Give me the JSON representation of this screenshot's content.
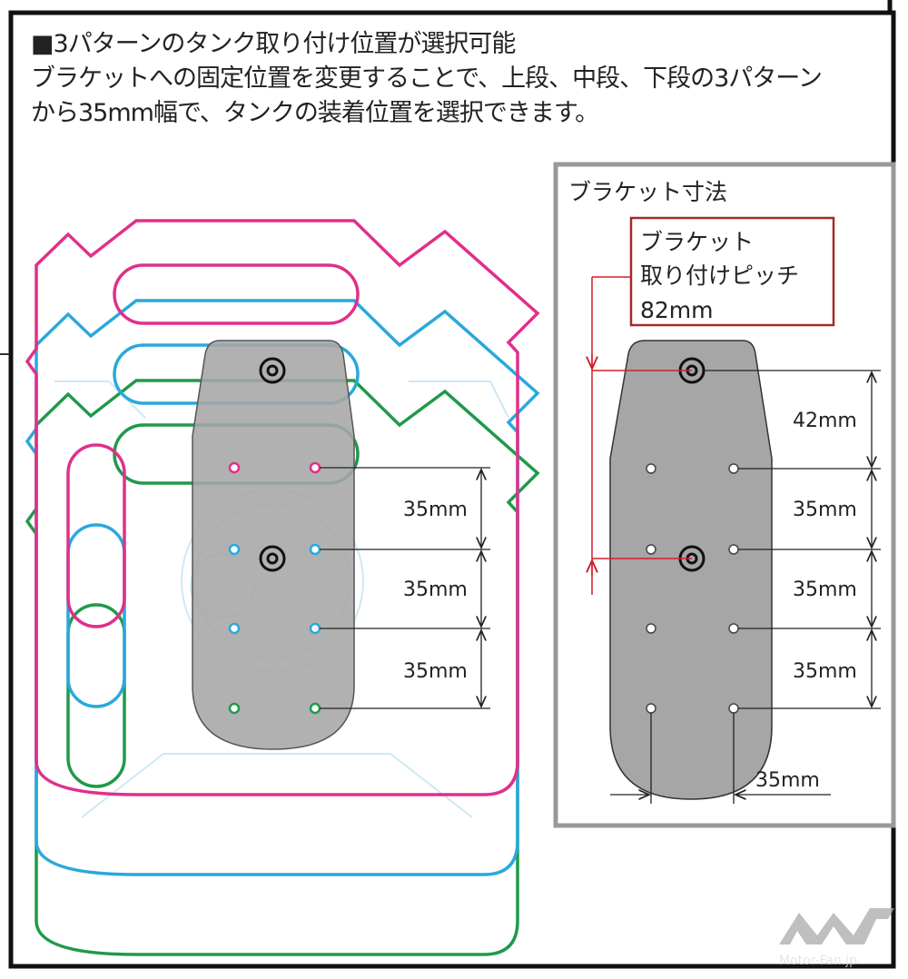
{
  "header": {
    "title": "■3パターンのタンク取り付け位置が選択可能",
    "line1": "ブラケットへの固定位置を変更することで、上段、中段、下段の3パターン",
    "line2": "から35mm幅で、タンクの装着位置を選択できます。"
  },
  "left_diagram": {
    "colors": {
      "upper": "#e0308a",
      "middle": "#2aa8dc",
      "lower": "#1f9a4a",
      "bracket": "#a6a6a6"
    },
    "dims": [
      "35mm",
      "35mm",
      "35mm"
    ]
  },
  "bracket_panel": {
    "title": "ブラケット寸法",
    "pitch_label": [
      "ブラケット",
      "取り付けピッチ",
      "82mm"
    ],
    "dims": [
      "42mm",
      "35mm",
      "35mm",
      "35mm"
    ],
    "width_dim": "35mm"
  },
  "watermark": "Motor-Fan.jp"
}
